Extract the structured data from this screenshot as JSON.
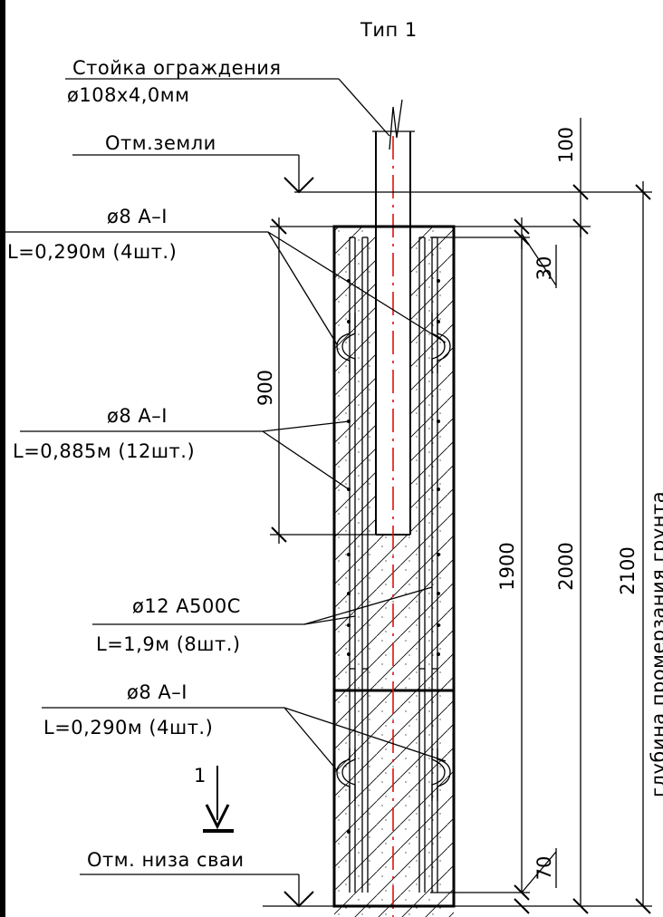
{
  "title": "Тип 1",
  "labels": {
    "post_name": "Стойка ограждения",
    "post_size": "ø108х4,0мм",
    "ground_level": "Отм.земли",
    "pile_bottom": "Отм. низа сваи",
    "rebar_top": {
      "spec": "ø8 А–I",
      "length": "L=0,290м (4шт.)"
    },
    "rebar_mid": {
      "spec": "ø8 А–I",
      "length": "L=0,885м (12шт.)"
    },
    "rebar_main": {
      "spec": "ø12 А500С",
      "length": "L=1,9м (8шт.)"
    },
    "rebar_bottom": {
      "spec": "ø8 А–I",
      "length": "L=0,290м (4шт.)"
    },
    "section_mark": "1",
    "depth_note": "глубина промерзания грунта"
  },
  "dimensions": {
    "d100": "100",
    "d30": "30",
    "d900": "900",
    "d1900": "1900",
    "d2000": "2000",
    "d2100": "2100",
    "d70": "70"
  },
  "colors": {
    "lines": "#000000",
    "axis": "#e01010",
    "background": "#ffffff"
  }
}
